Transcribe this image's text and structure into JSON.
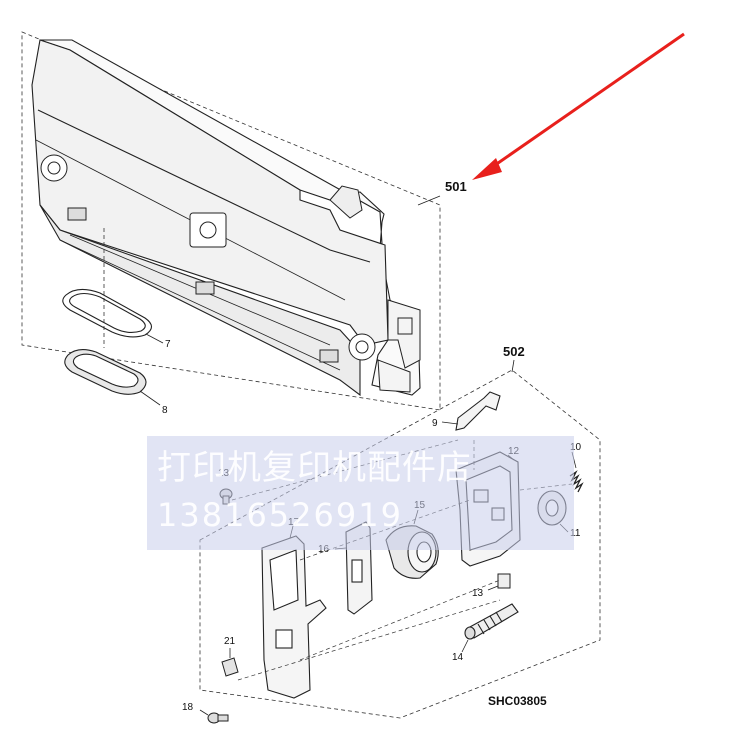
{
  "diagram": {
    "assembly_labels": {
      "upper": "501",
      "lower": "502"
    },
    "part_labels": {
      "p7_upper": "7",
      "p8": "8",
      "p9": "9",
      "p10": "10",
      "p11": "11",
      "p12": "12",
      "p13_left": "13",
      "p13_right": "13",
      "p14": "14",
      "p15": "15",
      "p16": "16",
      "p17": "17",
      "p18": "18",
      "p21": "21"
    },
    "drawing_code": "SHC03805",
    "arrow_color": "#e8201c"
  },
  "watermark": {
    "line1": "打印机复印机配件店",
    "line2": "13816526919"
  }
}
